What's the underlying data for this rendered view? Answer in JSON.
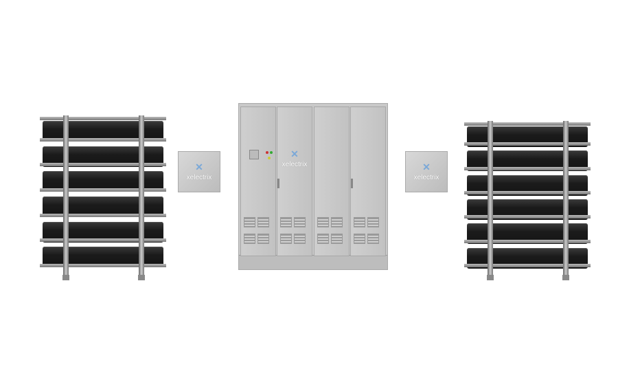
{
  "brand": {
    "logo_text": "xelectrix",
    "accent_color": "#7aa8d8"
  },
  "scene": {
    "items": [
      "battery-rack-left",
      "junction-box-left",
      "inverter-cabinet",
      "junction-box-right",
      "battery-rack-right"
    ]
  }
}
